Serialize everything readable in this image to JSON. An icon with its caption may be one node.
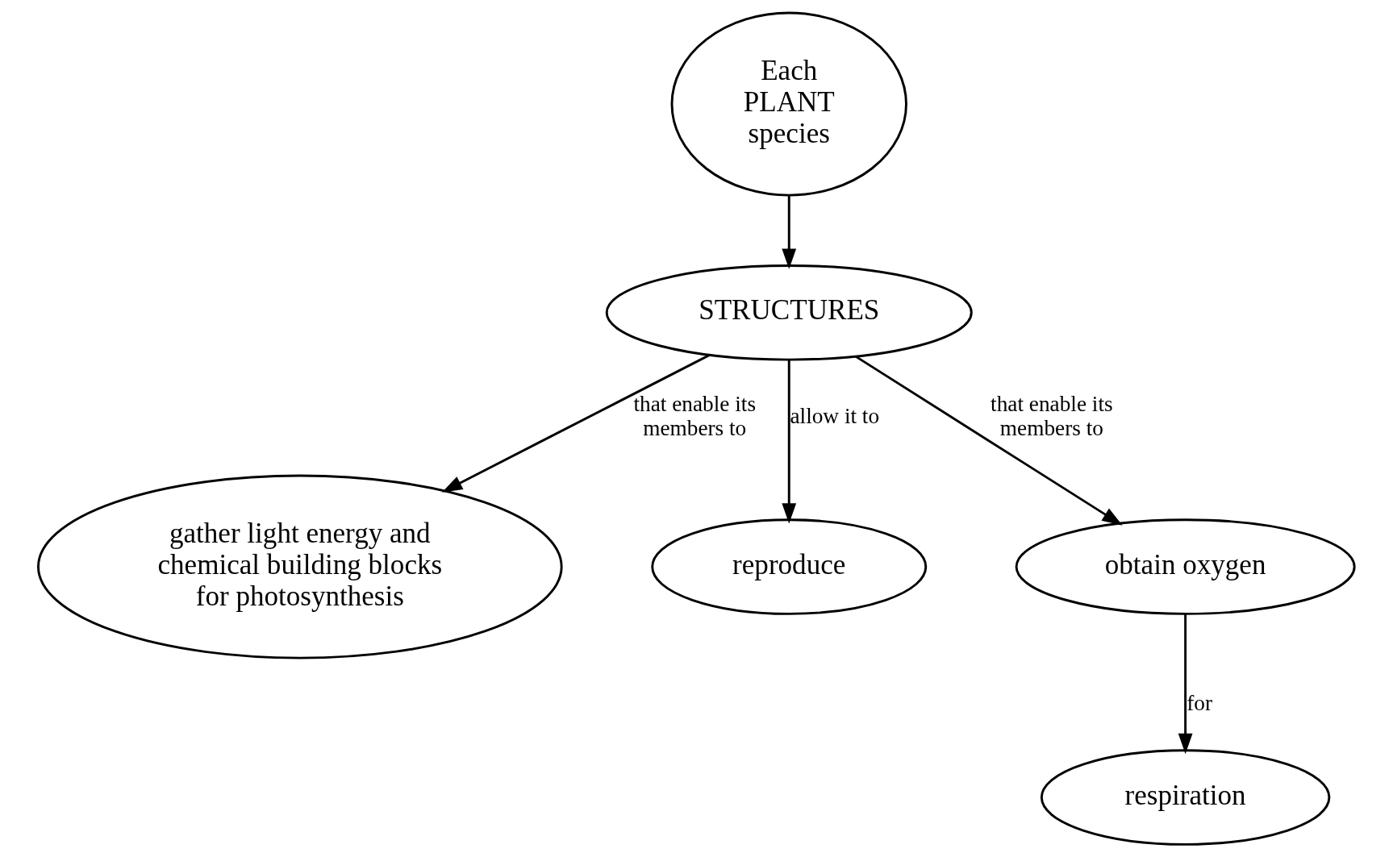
{
  "diagram": {
    "nodes": [
      {
        "text": [
          "Each PLANT species"
        ]
      },
      {
        "text": [
          "STRUCTURES"
        ]
      },
      {
        "text": [
          "gather light energy and chemical building blocks for photosynthesis"
        ]
      },
      {
        "text": [
          "reproduce"
        ]
      },
      {
        "text": [
          "obtain oxygen"
        ]
      },
      {
        "text": [
          "respiration"
        ]
      }
    ],
    "edges": [
      {
        "from": 0,
        "to": 1,
        "arrow": "to"
      },
      {
        "from": 1,
        "to": 2,
        "arrow": "to",
        "label": "that enable its members to"
      },
      {
        "from": 1,
        "to": 3,
        "arrow": "to",
        "label": "allow it to"
      },
      {
        "from": 1,
        "to": 4,
        "arrow": "to",
        "label": "that enable its members to"
      },
      {
        "from": 4,
        "to": 5,
        "arrow": "to",
        "label": "for"
      }
    ]
  }
}
